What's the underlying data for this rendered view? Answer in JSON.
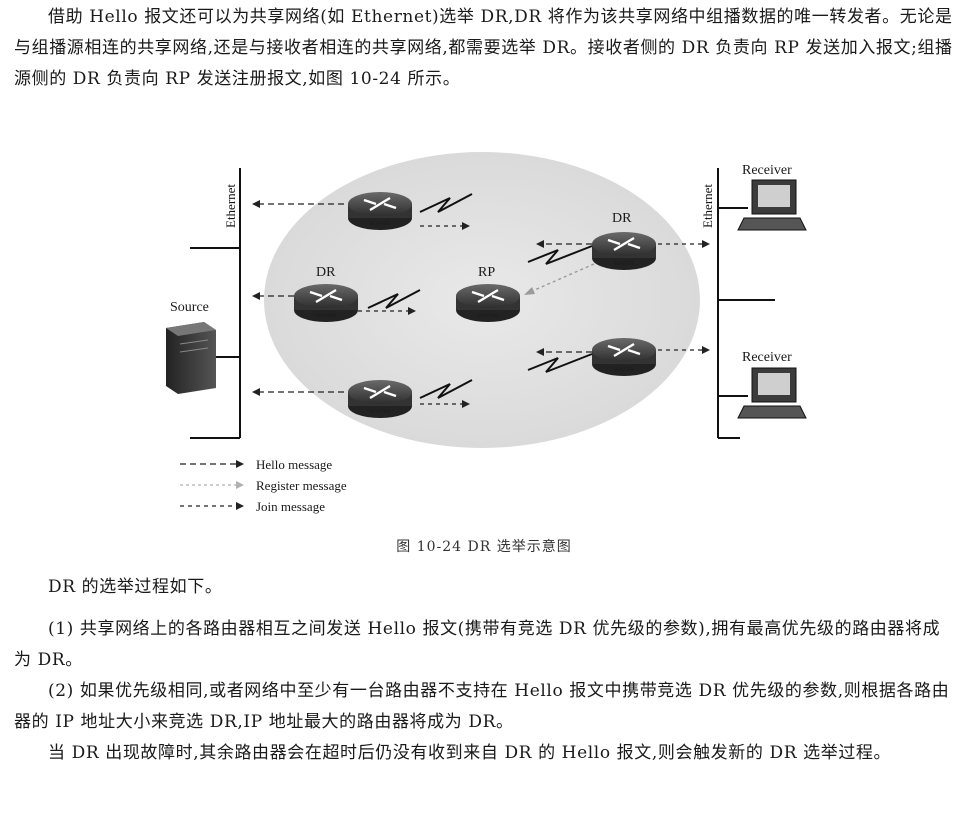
{
  "paragraphs": {
    "intro": "借助 Hello 报文还可以为共享网络(如 Ethernet)选举 DR,DR 将作为该共享网络中组播数据的唯一转发者。无论是与组播源相连的共享网络,还是与接收者相连的共享网络,都需要选举 DR。接收者侧的 DR 负责向 RP 发送加入报文;组播源侧的 DR 负责向 RP 发送注册报文,如图 10-24 所示。",
    "process_intro": "DR 的选举过程如下。",
    "step1": "(1) 共享网络上的各路由器相互之间发送 Hello 报文(携带有竞选 DR 优先级的参数),拥有最高优先级的路由器将成为 DR。",
    "step2": "(2) 如果优先级相同,或者网络中至少有一台路由器不支持在 Hello 报文中携带竞选 DR 优先级的参数,则根据各路由器的 IP 地址大小来竞选 DR,IP 地址最大的路由器将成为 DR。",
    "failure": "当 DR 出现故障时,其余路由器会在超时后仍没有收到来自 DR 的 Hello 报文,则会触发新的 DR 选举过程。"
  },
  "figure": {
    "caption": "图 10-24   DR 选举示意图",
    "labels": {
      "ethernet_left": "Ethernet",
      "ethernet_right": "Ethernet",
      "source": "Source",
      "receiver_top": "Receiver",
      "receiver_bottom": "Receiver",
      "dr_left": "DR",
      "dr_right": "DR",
      "rp": "RP",
      "router": "ROUTER"
    },
    "legend": {
      "hello": "Hello message",
      "register": "Register message",
      "join": "Join message"
    }
  }
}
